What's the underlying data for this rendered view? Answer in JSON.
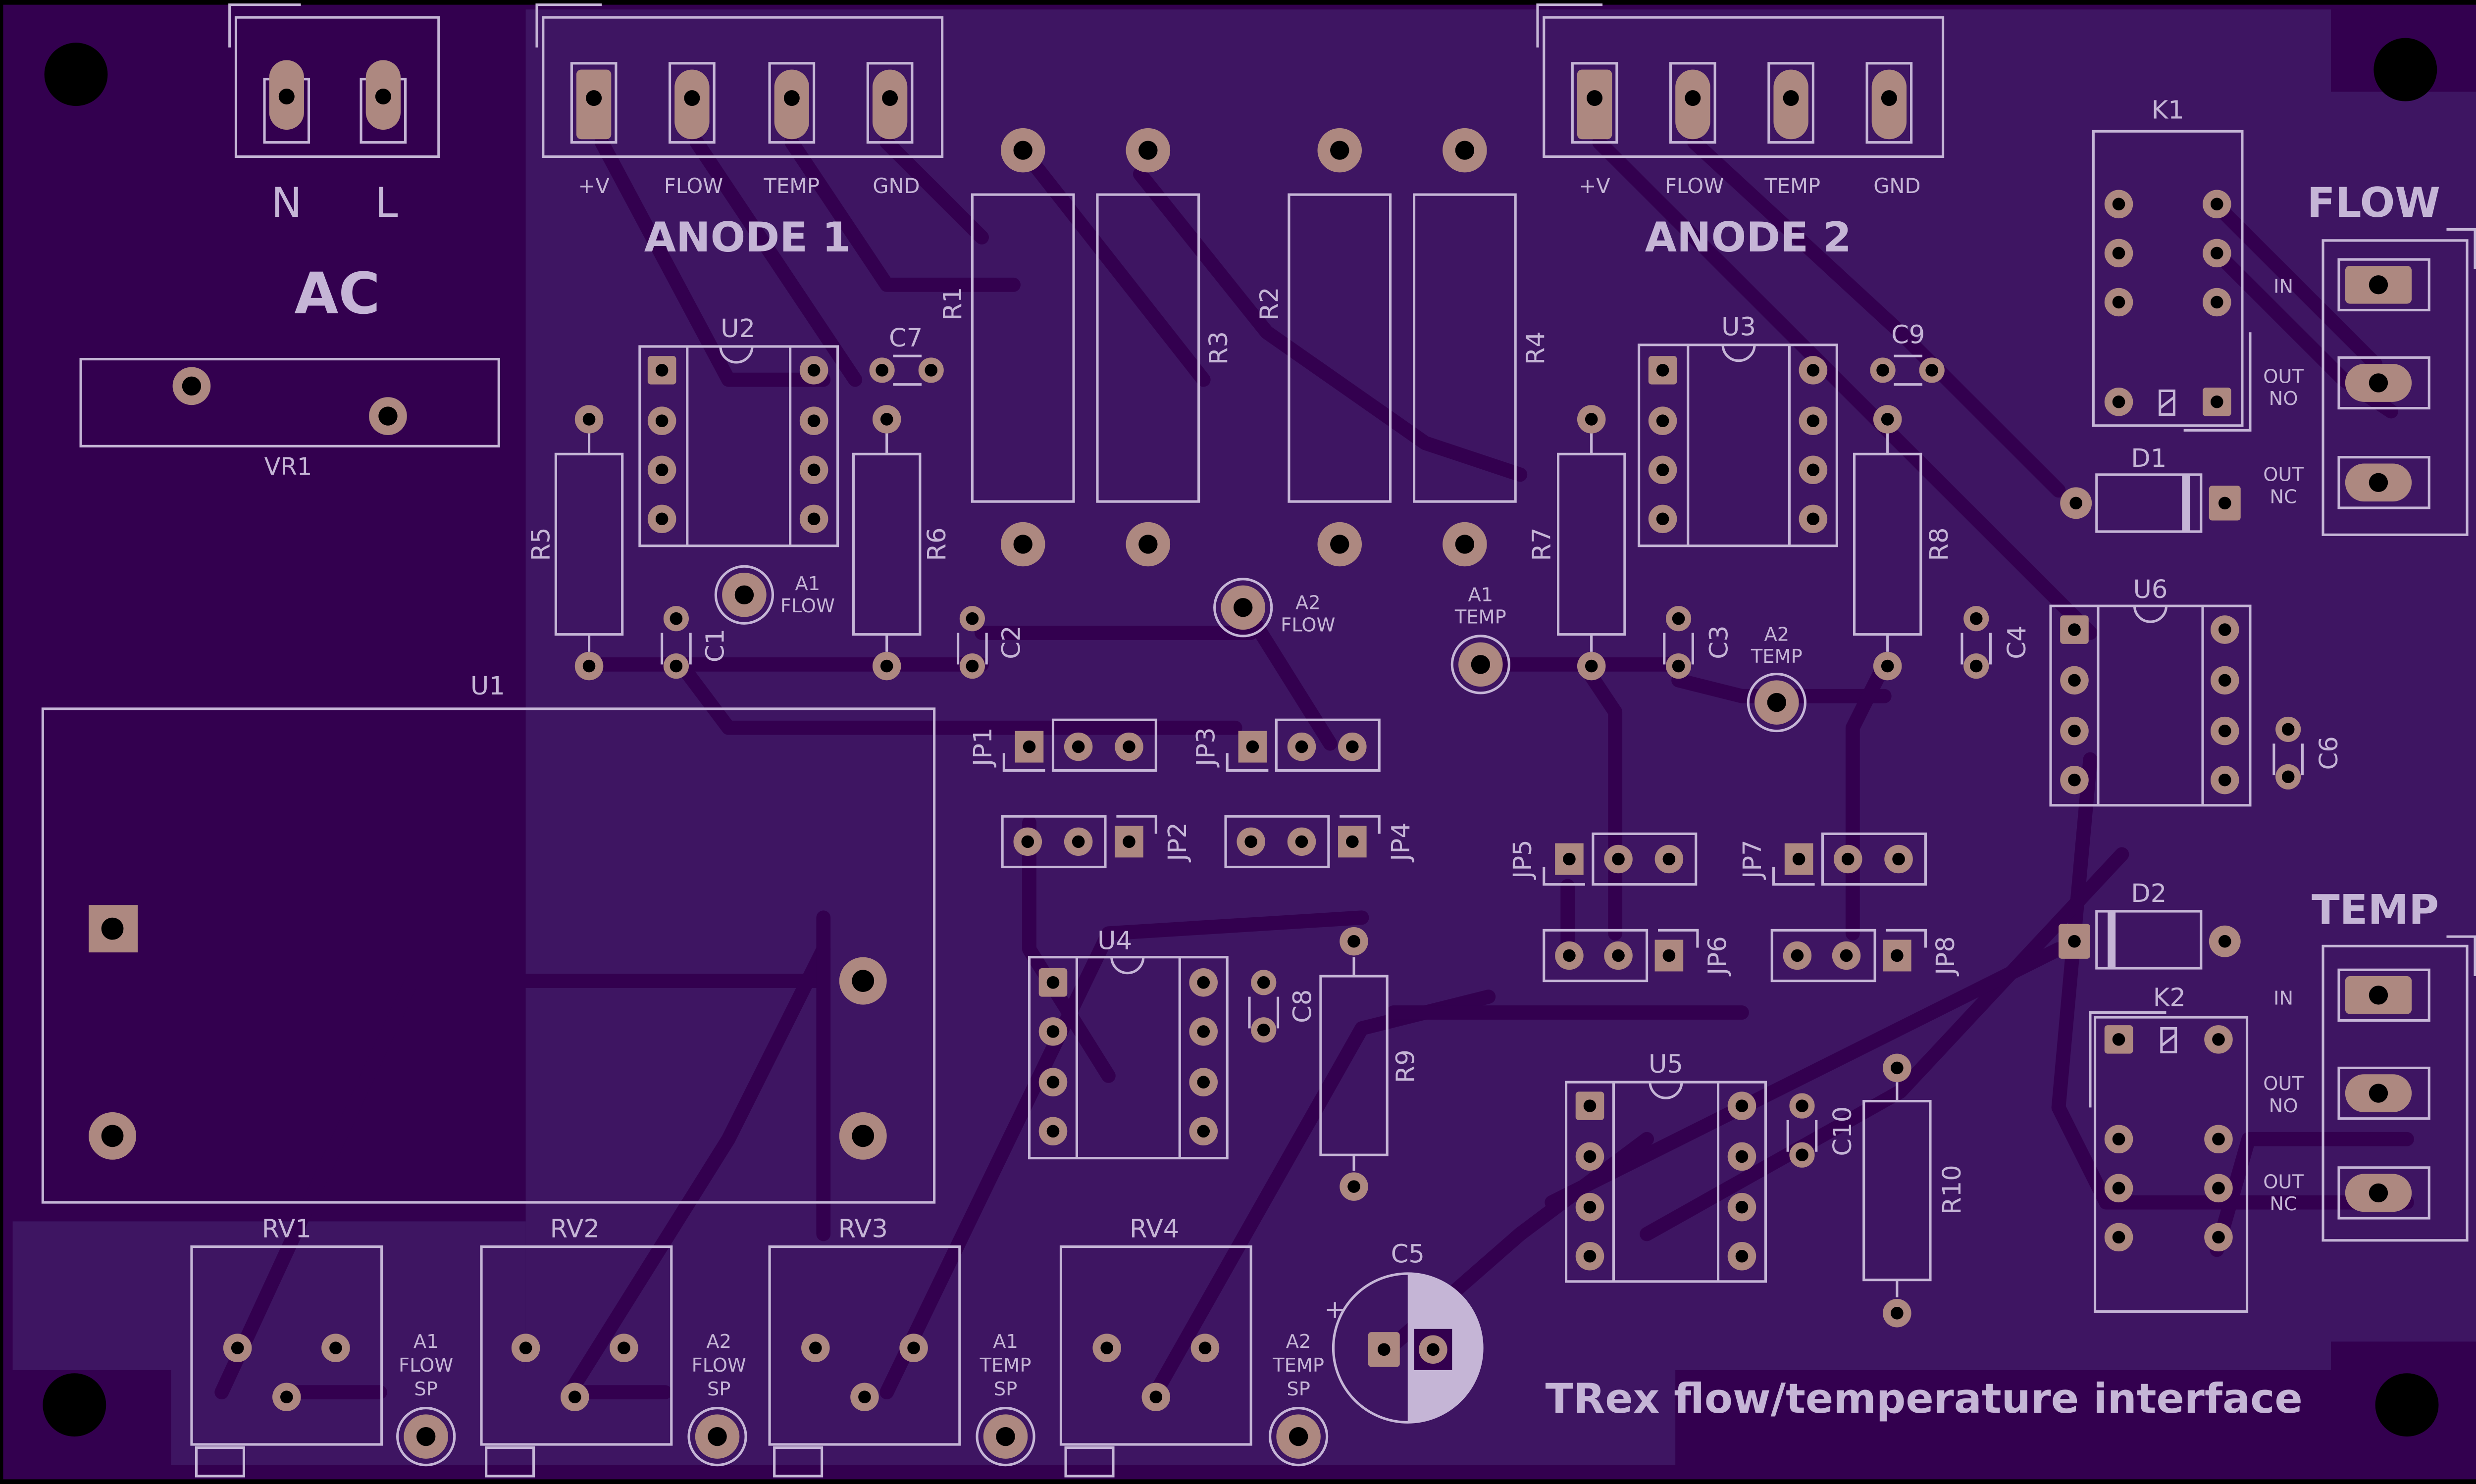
{
  "board": {
    "title": "TRex flow/temperature interface",
    "colors": {
      "substrate": "#33004f",
      "copper_pour": "#3e1562",
      "pad": "#ad8880",
      "silkscreen": "#c5b5d6",
      "drill": "#000000"
    }
  },
  "connectors": {
    "ac": {
      "heading": "AC",
      "pins": [
        "N",
        "L"
      ]
    },
    "anode1": {
      "heading": "ANODE 1",
      "pins": [
        "+V",
        "FLOW",
        "TEMP",
        "GND"
      ]
    },
    "anode2": {
      "heading": "ANODE 2",
      "pins": [
        "+V",
        "FLOW",
        "TEMP",
        "GND"
      ]
    },
    "flow": {
      "heading": "FLOW",
      "pins": [
        "IN",
        "OUT NO",
        "OUT NC"
      ],
      "pin_lines": [
        [
          "IN"
        ],
        [
          "OUT",
          "NO"
        ],
        [
          "OUT",
          "NC"
        ]
      ]
    },
    "temp": {
      "heading": "TEMP",
      "pins": [
        "IN",
        "OUT NO",
        "OUT NC"
      ],
      "pin_lines": [
        [
          "IN"
        ],
        [
          "OUT",
          "NO"
        ],
        [
          "OUT",
          "NC"
        ]
      ]
    }
  },
  "refdes": {
    "VR1": "VR1",
    "U1": "U1",
    "U2": "U2",
    "U3": "U3",
    "U4": "U4",
    "U5": "U5",
    "U6": "U6",
    "R1": "R1",
    "R2": "R2",
    "R3": "R3",
    "R4": "R4",
    "R5": "R5",
    "R6": "R6",
    "R7": "R7",
    "R8": "R8",
    "R9": "R9",
    "R10": "R10",
    "C1": "C1",
    "C2": "C2",
    "C3": "C3",
    "C4": "C4",
    "C5": "C5",
    "C6": "C6",
    "C7": "C7",
    "C8": "C8",
    "C9": "C9",
    "C10": "C10",
    "JP1": "JP1",
    "JP2": "JP2",
    "JP3": "JP3",
    "JP4": "JP4",
    "JP5": "JP5",
    "JP6": "JP6",
    "JP7": "JP7",
    "JP8": "JP8",
    "K1": "K1",
    "K2": "K2",
    "D1": "D1",
    "D2": "D2",
    "RV1": "RV1",
    "RV2": "RV2",
    "RV3": "RV3",
    "RV4": "RV4",
    "C5_polarity": "+"
  },
  "test_points": {
    "a1_flow": [
      "A1",
      "FLOW"
    ],
    "a2_flow": [
      "A2",
      "FLOW"
    ],
    "a1_temp": [
      "A1",
      "TEMP"
    ],
    "a2_temp": [
      "A2",
      "TEMP"
    ],
    "a1_flow_sp": [
      "A1",
      "FLOW",
      "SP"
    ],
    "a2_flow_sp": [
      "A2",
      "FLOW",
      "SP"
    ],
    "a1_temp_sp": [
      "A1",
      "TEMP",
      "SP"
    ],
    "a2_temp_sp": [
      "A2",
      "TEMP",
      "SP"
    ]
  }
}
